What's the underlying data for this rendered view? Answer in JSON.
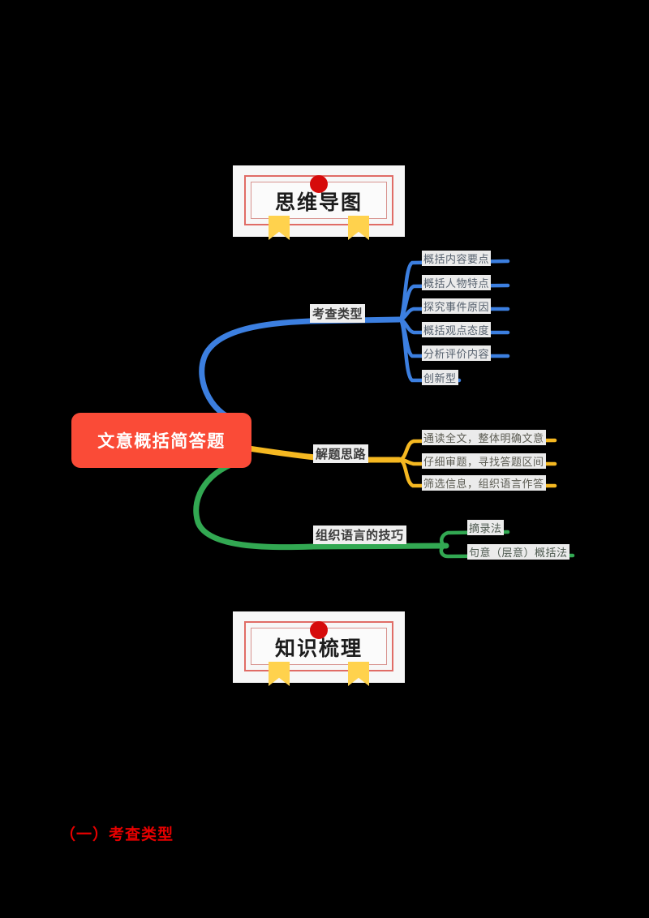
{
  "page": {
    "background": "#000000",
    "canvas_background": "#ffffff"
  },
  "header_badge": {
    "label": "思维导图",
    "dot_color": "#d60b0b",
    "frame_color": "#e06c66",
    "ribbon_color": "#ffd24d"
  },
  "footer_badge": {
    "label": "知识梳理",
    "dot_color": "#d60b0b",
    "frame_color": "#e06c66",
    "ribbon_color": "#ffd24d"
  },
  "footer": {
    "text": "（一）考查类型",
    "color": "#e60000"
  },
  "mindmap": {
    "root": {
      "label": "文意概括简答题",
      "fill": "#fa4b37",
      "text_color": "#ffffff"
    },
    "branches": [
      {
        "label": "考查类型",
        "color": "#3c7fe0",
        "children": [
          {
            "label": "概括内容要点"
          },
          {
            "label": "概括人物特点"
          },
          {
            "label": "探究事件原因"
          },
          {
            "label": "概括观点态度"
          },
          {
            "label": "分析评价内容"
          },
          {
            "label": "创新型"
          }
        ]
      },
      {
        "label": "解题思路",
        "color": "#f5b821",
        "children": [
          {
            "label": "通读全文，整体明确文意"
          },
          {
            "label": "仔细审题，寻找答题区间"
          },
          {
            "label": "筛选信息，组织语言作答"
          }
        ]
      },
      {
        "label": "组织语言的技巧",
        "color": "#32a852",
        "children": [
          {
            "label": "摘录法"
          },
          {
            "label": "句意（层意）概括法"
          }
        ]
      }
    ]
  }
}
